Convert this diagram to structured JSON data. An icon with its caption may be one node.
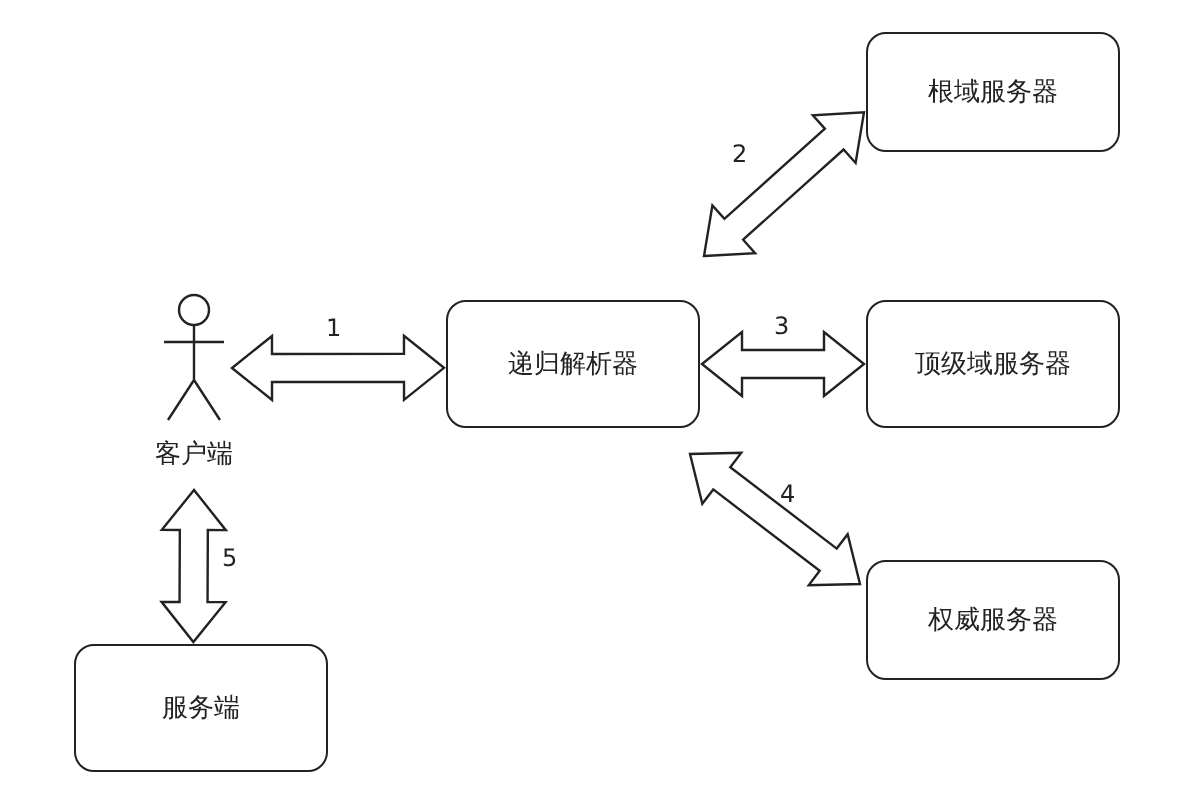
{
  "diagram": {
    "nodes": [
      {
        "text": [
          "客户端"
        ]
      },
      {
        "text": [
          "递归解析器"
        ]
      },
      {
        "text": [
          "根域服务器"
        ]
      },
      {
        "text": [
          "顶级域服务器"
        ]
      },
      {
        "text": [
          "权威服务器"
        ]
      },
      {
        "text": [
          "服务端"
        ]
      }
    ],
    "edges": [
      {
        "from": 0,
        "to": 1,
        "arrow": "both",
        "label": "1"
      },
      {
        "from": 1,
        "to": 2,
        "arrow": "both",
        "label": "2"
      },
      {
        "from": 1,
        "to": 3,
        "arrow": "both",
        "label": "3"
      },
      {
        "from": 1,
        "to": 4,
        "arrow": "both",
        "label": "4"
      },
      {
        "from": 0,
        "to": 5,
        "arrow": "both",
        "label": "5"
      }
    ]
  }
}
